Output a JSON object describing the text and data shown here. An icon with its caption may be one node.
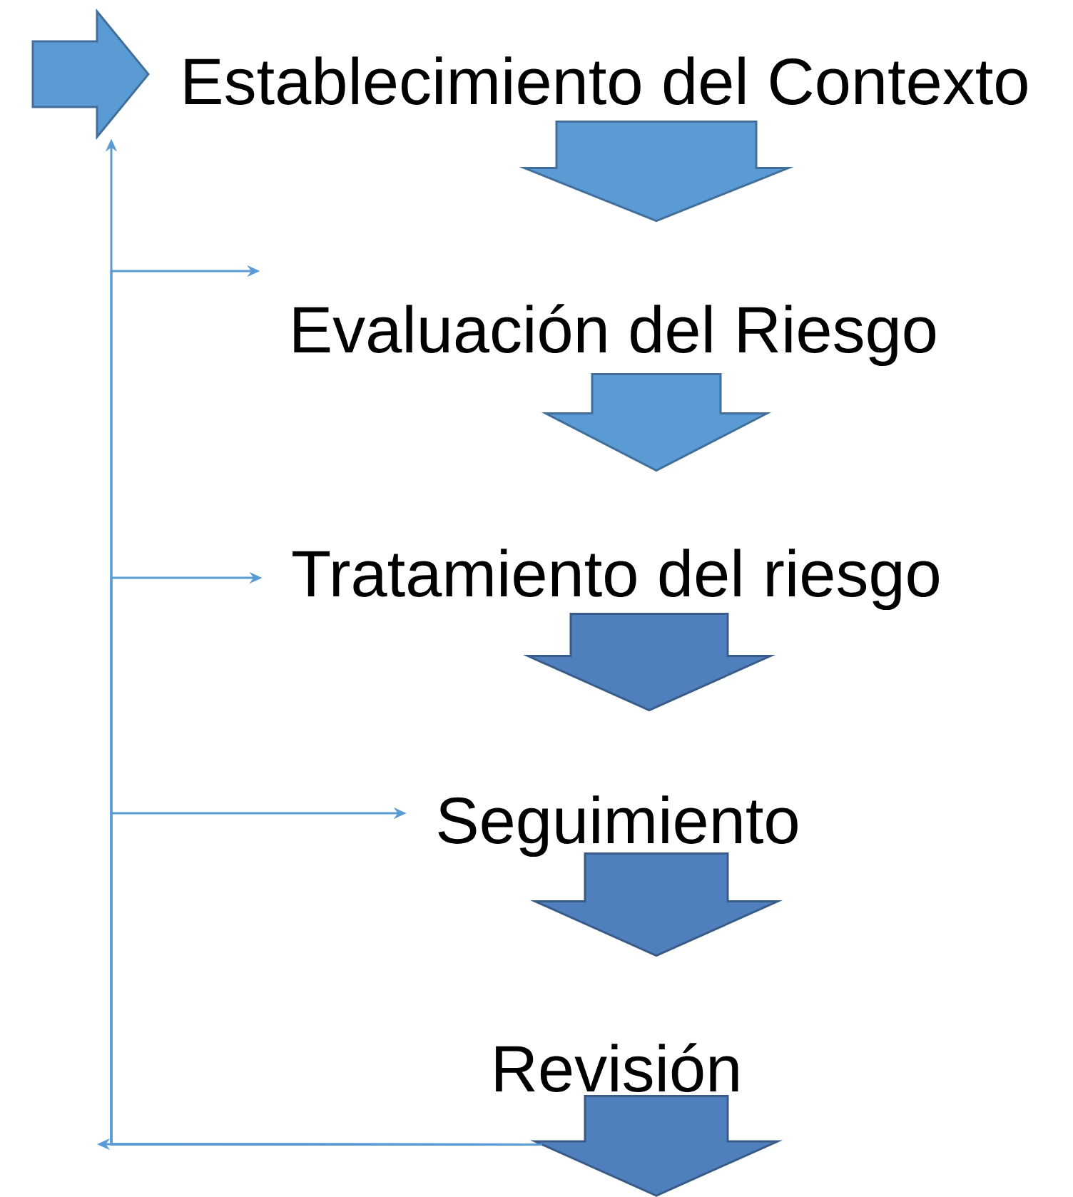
{
  "diagram": {
    "nodes": [
      {
        "text": [],
        "shape": "arrow"
      },
      {
        "text": [
          "Establecimiento del Contexto"
        ]
      },
      {
        "text": [
          "Evaluación del Riesgo"
        ]
      },
      {
        "text": [
          "Tratamiento del riesgo"
        ]
      },
      {
        "text": [
          "Seguimiento"
        ]
      },
      {
        "text": [
          "Revisión"
        ]
      }
    ],
    "edges": [
      {
        "from": 1,
        "to": 2,
        "arrow": "to",
        "style": "thick"
      },
      {
        "from": 2,
        "to": 3,
        "arrow": "to",
        "style": "thick"
      },
      {
        "from": 3,
        "to": 4,
        "arrow": "to",
        "style": "thick",
        "color": "#4f7fbd"
      },
      {
        "from": 4,
        "to": 5,
        "arrow": "to",
        "style": "thick",
        "color": "#4f7fbd"
      },
      {
        "from": 5,
        "to": null,
        "arrow": "to",
        "style": "thick",
        "color": "#4f7fbd"
      },
      {
        "from": 5,
        "to": 0,
        "arrow": "to"
      },
      {
        "from": 5,
        "to": 2,
        "arrow": "to"
      },
      {
        "from": 5,
        "to": 3,
        "arrow": "to"
      },
      {
        "from": 5,
        "to": 4,
        "arrow": "to"
      }
    ]
  }
}
